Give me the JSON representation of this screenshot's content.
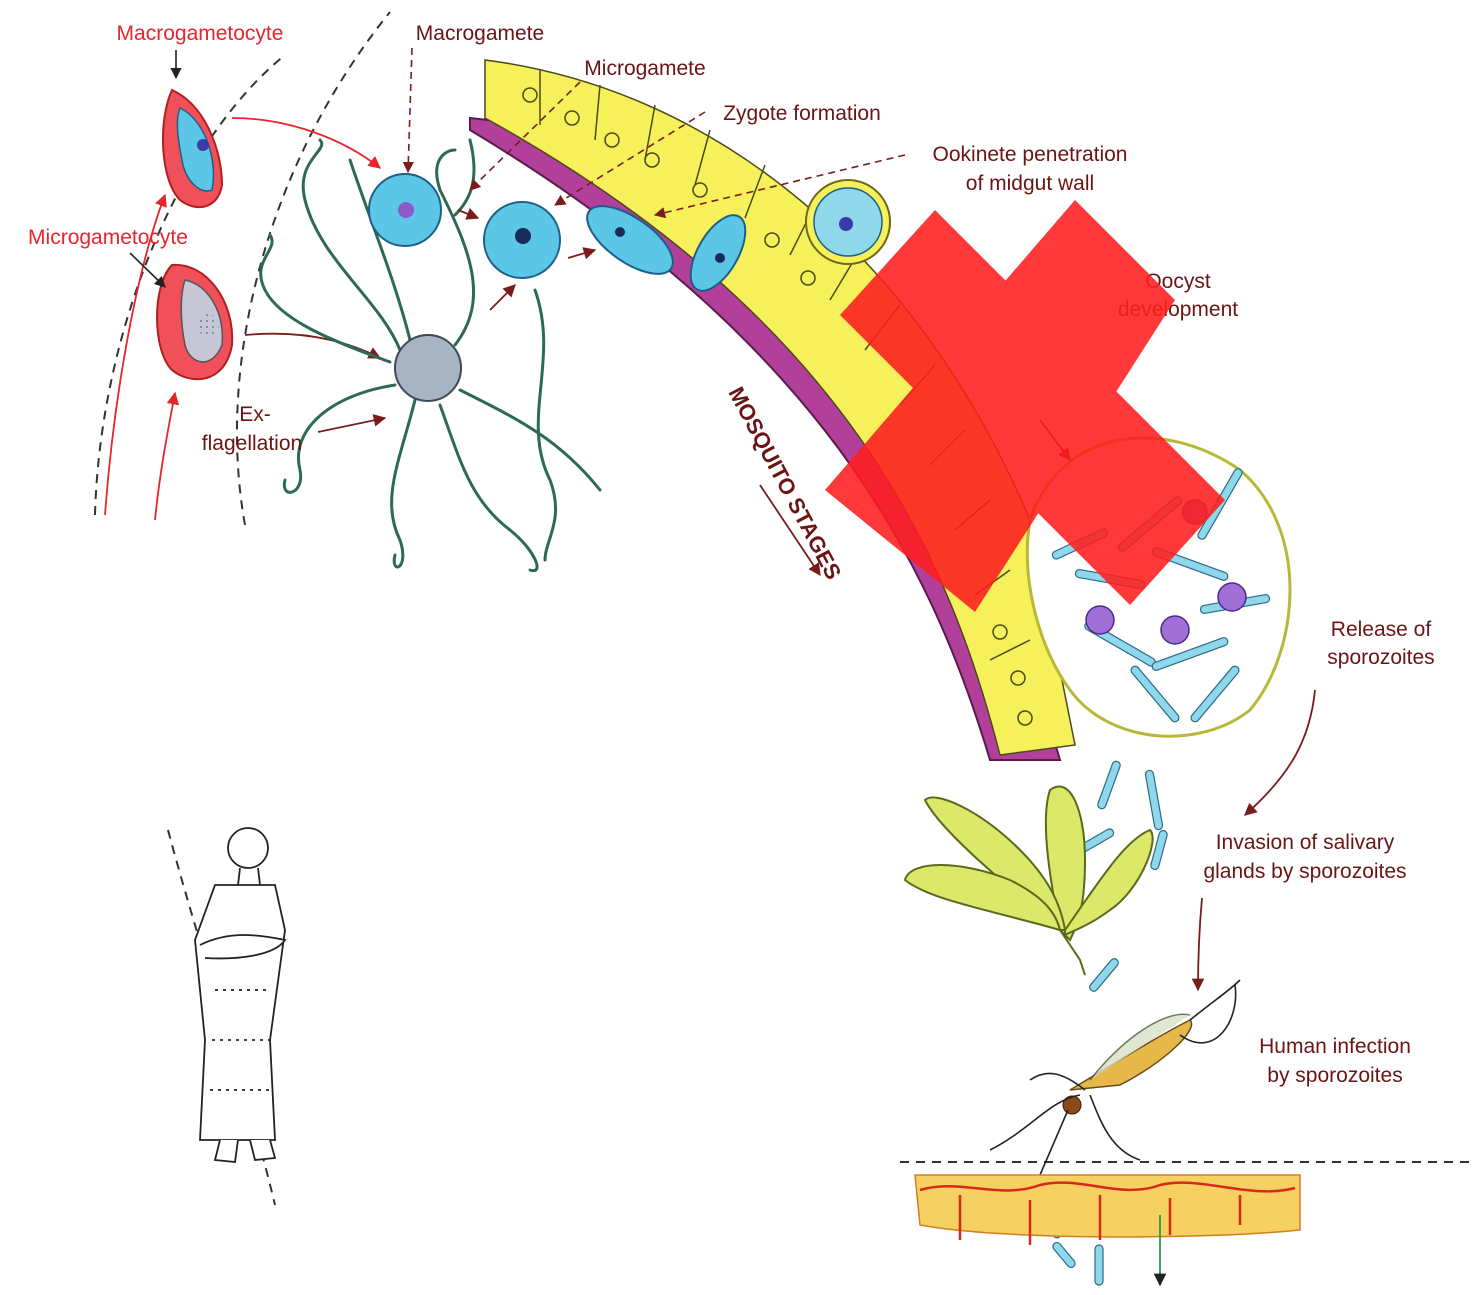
{
  "labels": {
    "macrogametocyte": "Macrogametocyte",
    "microgametocyte": "Microgametocyte",
    "exflagellation_1": "Ex-",
    "exflagellation_2": "flagellation",
    "macrogamete": "Macrogamete",
    "microgamete": "Microgamete",
    "zygote_formation": "Zygote formation",
    "ookinete_1": "Ookinete penetration",
    "ookinete_2": "of midgut wall",
    "oocyst_1": "Oocyst",
    "oocyst_2": "development",
    "mosquito_stages": "MOSQUITO STAGES",
    "release_1": "Release of",
    "release_2": "sporozoites",
    "invasion_1": "Invasion of salivary",
    "invasion_2": "glands by sporozoites",
    "human_1": "Human infection",
    "human_2": "by sporozoites"
  },
  "colors": {
    "red_label": "#e8242c",
    "brown_label": "#6b1414",
    "cell_yellow": "#f6f05a",
    "cell_blue": "#5cc6e6",
    "rbc_red": "#f0505a",
    "overlay_red": "#ff1e1e"
  },
  "icons": {
    "overlay": "red-x-mark",
    "human": "standing-person-sketch",
    "mosquito": "mosquito-feeding-sketch"
  }
}
